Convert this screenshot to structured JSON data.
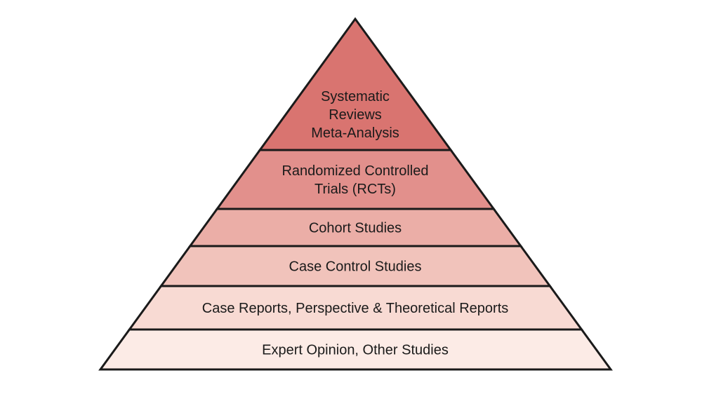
{
  "pyramid": {
    "tiers": [
      {
        "lines": [
          "Systematic",
          "Reviews",
          "Meta-Analysis"
        ],
        "color": "#d97470"
      },
      {
        "lines": [
          "Randomized Controlled",
          "Trials (RCTs)"
        ],
        "color": "#e2908c"
      },
      {
        "lines": [
          "Cohort Studies"
        ],
        "color": "#ebaea7"
      },
      {
        "lines": [
          "Case Control Studies"
        ],
        "color": "#f1c3bb"
      },
      {
        "lines": [
          "Case Reports, Perspective & Theoretical Reports"
        ],
        "color": "#f8dad3"
      },
      {
        "lines": [
          "Expert Opinion, Other Studies"
        ],
        "color": "#fcebe6"
      }
    ],
    "outline_color": "#1a1a1a"
  }
}
